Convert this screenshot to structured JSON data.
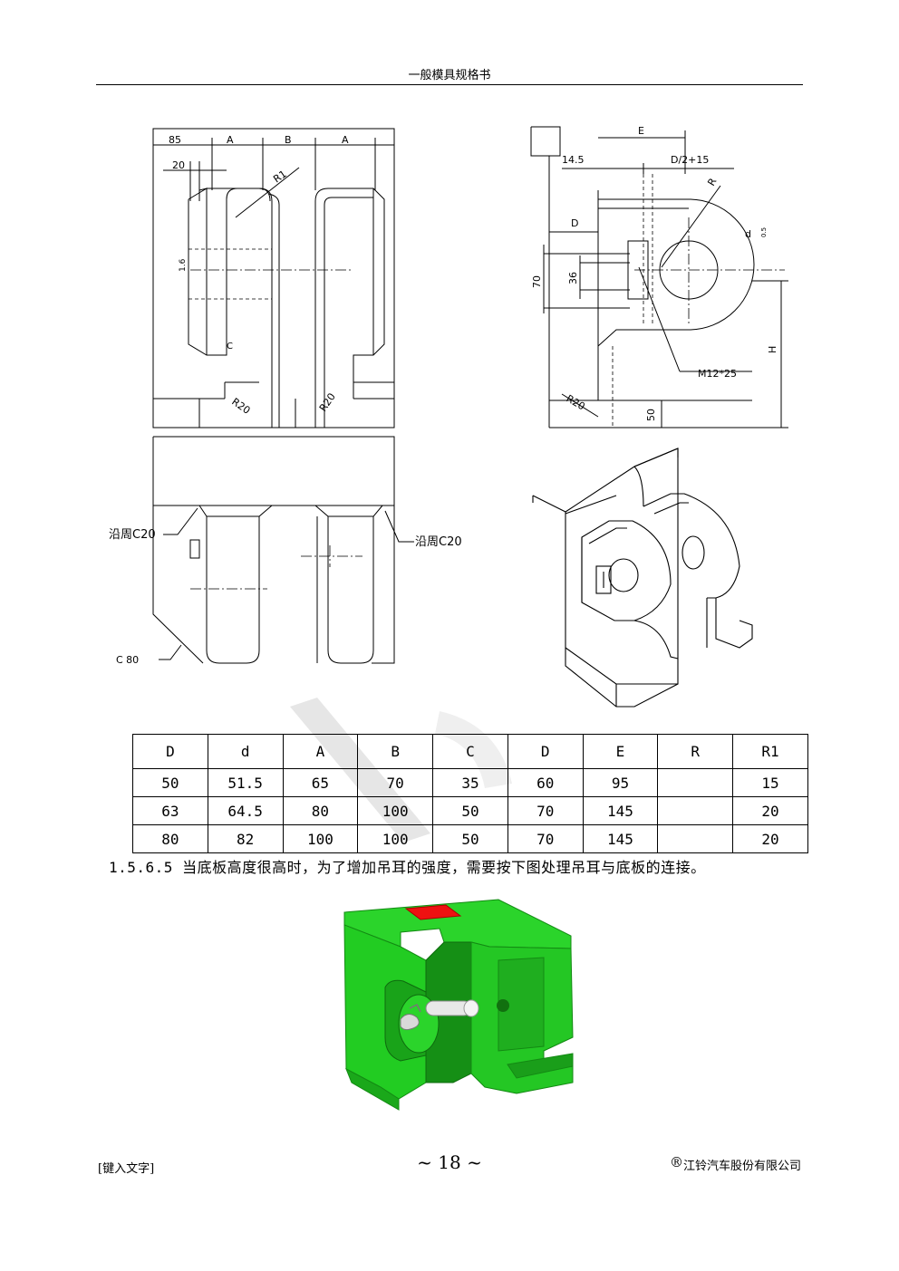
{
  "header": {
    "title": "一般模具规格书"
  },
  "drawing_labels": {
    "front": {
      "dim_85": "85",
      "dim_a1": "A",
      "dim_b": "B",
      "dim_a2": "A",
      "dim_20": "20",
      "r1": "R1",
      "tol": "1.6",
      "c": "C",
      "r20_left": "R20",
      "r20_right": "R20"
    },
    "side": {
      "e": "E",
      "dim_14_5": "14.5",
      "d_half": "D/2+15",
      "r": "R",
      "d_small": "d",
      "tol": "0.5",
      "d_big": "D",
      "dim_70": "70",
      "dim_36": "36",
      "m12": "M12*25",
      "h": "H",
      "r20": "R20",
      "dim_50": "50"
    },
    "bottom": {
      "c20_left": "沿周C20",
      "c20_right": "沿周C20",
      "c80": "C 80"
    }
  },
  "table": {
    "columns": [
      "D",
      "d",
      "A",
      "B",
      "C",
      "D",
      "E",
      "R",
      "R1"
    ],
    "rows": [
      [
        "50",
        "51.5",
        "65",
        "70",
        "35",
        "60",
        "95",
        "",
        "15"
      ],
      [
        "63",
        "64.5",
        "80",
        "100",
        "50",
        "70",
        "145",
        "",
        "20"
      ],
      [
        "80",
        "82",
        "100",
        "100",
        "50",
        "70",
        "145",
        "",
        "20"
      ]
    ]
  },
  "note": "1.5.6.5 当底板高度很高时，为了增加吊耳的强度，需要按下图处理吊耳与底板的连接。",
  "footer": {
    "left": "[键入文字]",
    "center": "~ 18 ~",
    "reg_mark": "®",
    "right": "江铃汽车股份有限公司"
  },
  "colors": {
    "model_green": "#22cc22",
    "model_dark_green": "#138a13",
    "top_red": "#ee1111",
    "watermark": "#e6e6e6"
  }
}
